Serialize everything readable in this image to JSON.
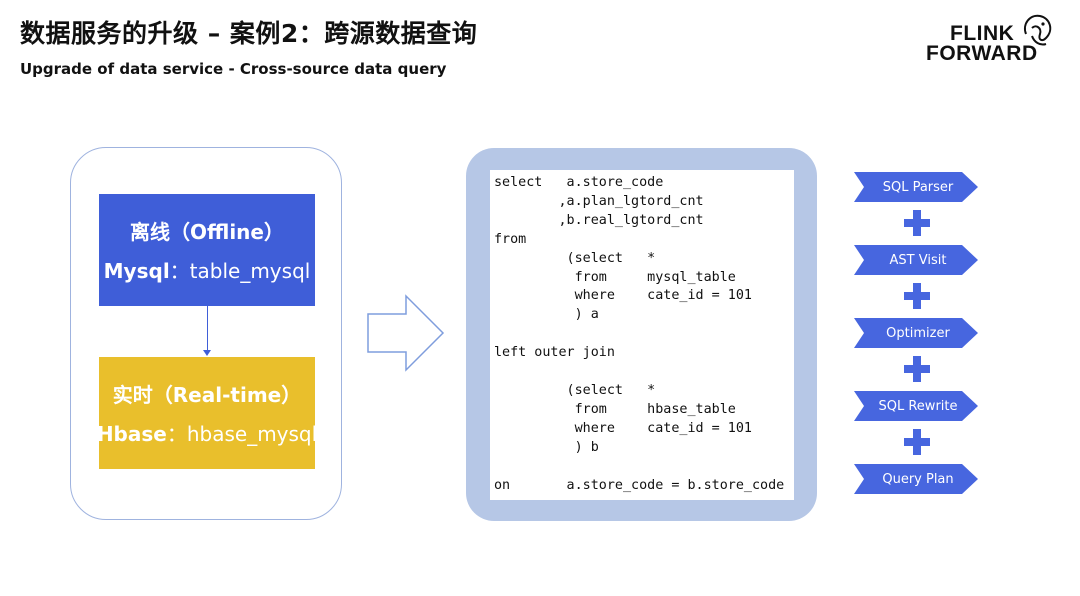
{
  "header": {
    "title": "数据服务的升级 – 案例2：跨源数据查询",
    "subtitle": "Upgrade of data service - Cross-source data query"
  },
  "logo": {
    "line1": "FLINK",
    "line2": "FORWARD"
  },
  "sources": {
    "offline": {
      "title": "离线（Offline）",
      "db_name": "Mysql",
      "table": "：table_mysql",
      "color": "#3f5ed8"
    },
    "realtime": {
      "title": "实时（Real-time）",
      "db_name": "Hbase",
      "table": "：hbase_mysql",
      "color": "#e9bf2c"
    }
  },
  "sql": {
    "code": "select   a.store_code\n        ,a.plan_lgtord_cnt\n        ,b.real_lgtord_cnt\nfrom\n         (select   *\n          from     mysql_table\n          where    cate_id = 101\n          ) a\n\nleft outer join\n\n         (select   *\n          from     hbase_table\n          where    cate_id = 101\n          ) b\n\non       a.store_code = b.store_code"
  },
  "pipeline": {
    "color": "#4766df",
    "steps": [
      "SQL Parser",
      "AST Visit",
      "Optimizer",
      "SQL Rewrite",
      "Query Plan"
    ]
  }
}
